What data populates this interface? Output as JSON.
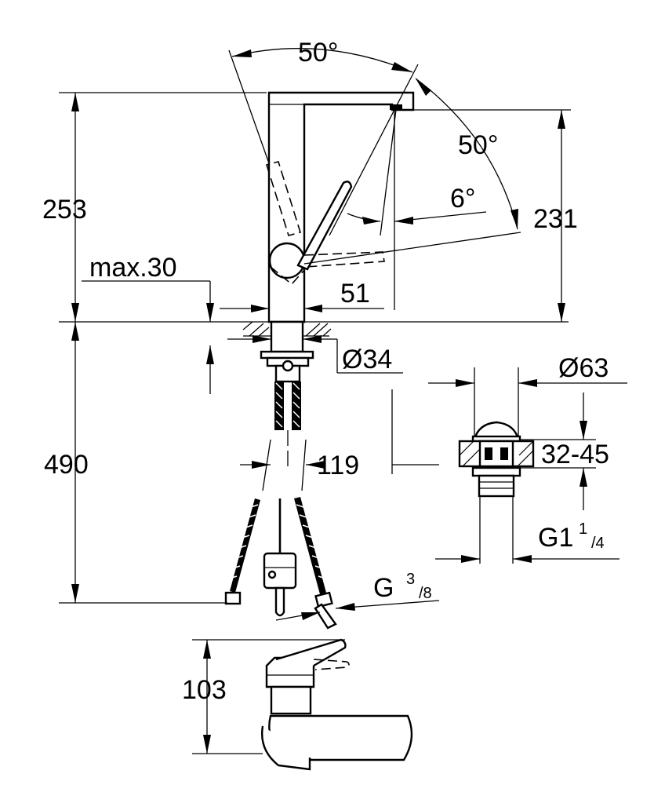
{
  "dimensions": {
    "angle_top": "50°",
    "angle_right": "50°",
    "angle_small": "6°",
    "total_height": "253",
    "spout_height": "231",
    "deck_thickness_max": "max.30",
    "spout_reach_offset": "51",
    "shank_diameter": "Ø34",
    "hose_length": "490",
    "hose_spacing": "119",
    "hose_thread_main": "G",
    "hose_thread_fraction_num": "3",
    "hose_thread_fraction_den": "/8",
    "waste_diameter": "Ø63",
    "waste_deck_range": "32-45",
    "waste_thread_main": "G1",
    "waste_thread_fraction_num": "1",
    "waste_thread_fraction_den": "/4",
    "lever_height": "103"
  }
}
